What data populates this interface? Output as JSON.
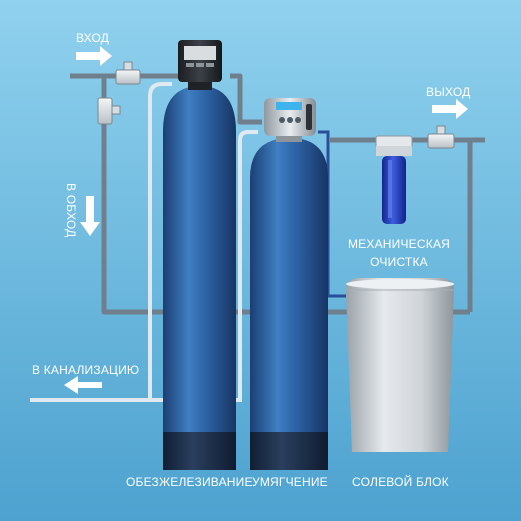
{
  "labels": {
    "inlet": "ВХОД",
    "outlet": "ВЫХОД",
    "bypass": "В ОБХОД",
    "drain": "В КАНАЛИЗАЦИЮ",
    "mechanical_line1": "МЕХАНИЧЕСКАЯ",
    "mechanical_line2": "ОЧИСТКА",
    "iron_removal": "ОБЕЗЖЕЛЕЗИВАНИЕ",
    "softening": "УМЯГЧЕНИЕ",
    "brine_tank": "СОЛЕВОЙ БЛОК"
  },
  "colors": {
    "background_top": "#8fd0ec",
    "background_bottom": "#4fa4cf",
    "pipe": "#6f7f8c",
    "drain_line": "#dfe9ef",
    "brine_line": "#2a4f9a",
    "tank_blue": "#2f64a8",
    "filter_blue": "#1f3fb8",
    "salt_tank": "#d2d7db"
  }
}
